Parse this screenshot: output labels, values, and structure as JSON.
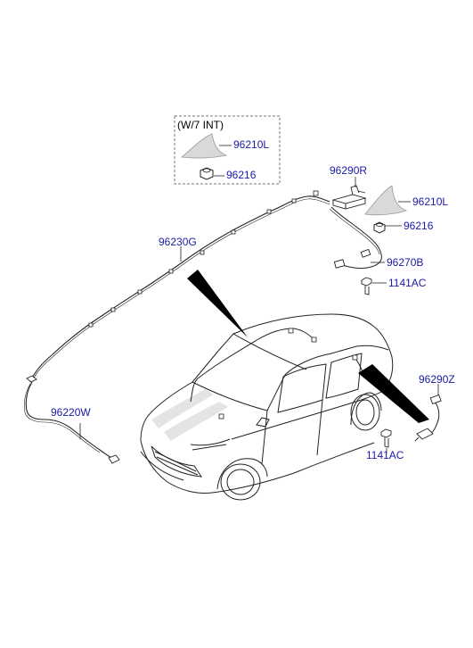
{
  "inset": {
    "caption": "(W/7 INT)"
  },
  "labels": {
    "antenna_inset": "96210L",
    "nut_inset": "96216",
    "antenna_main": "96210L",
    "nut_main": "96216",
    "module_r": "96290R",
    "main_feeder": "96230G",
    "cable_b": "96270B",
    "bolt_top": "1141AC",
    "front_feeder": "96220W",
    "module_z": "96290Z",
    "bolt_bottom": "1141AC"
  },
  "colors": {
    "label": "#1a1aa8",
    "line": "#222222",
    "antenna_fill": "#d9d9d9",
    "pointer": "#000000"
  }
}
